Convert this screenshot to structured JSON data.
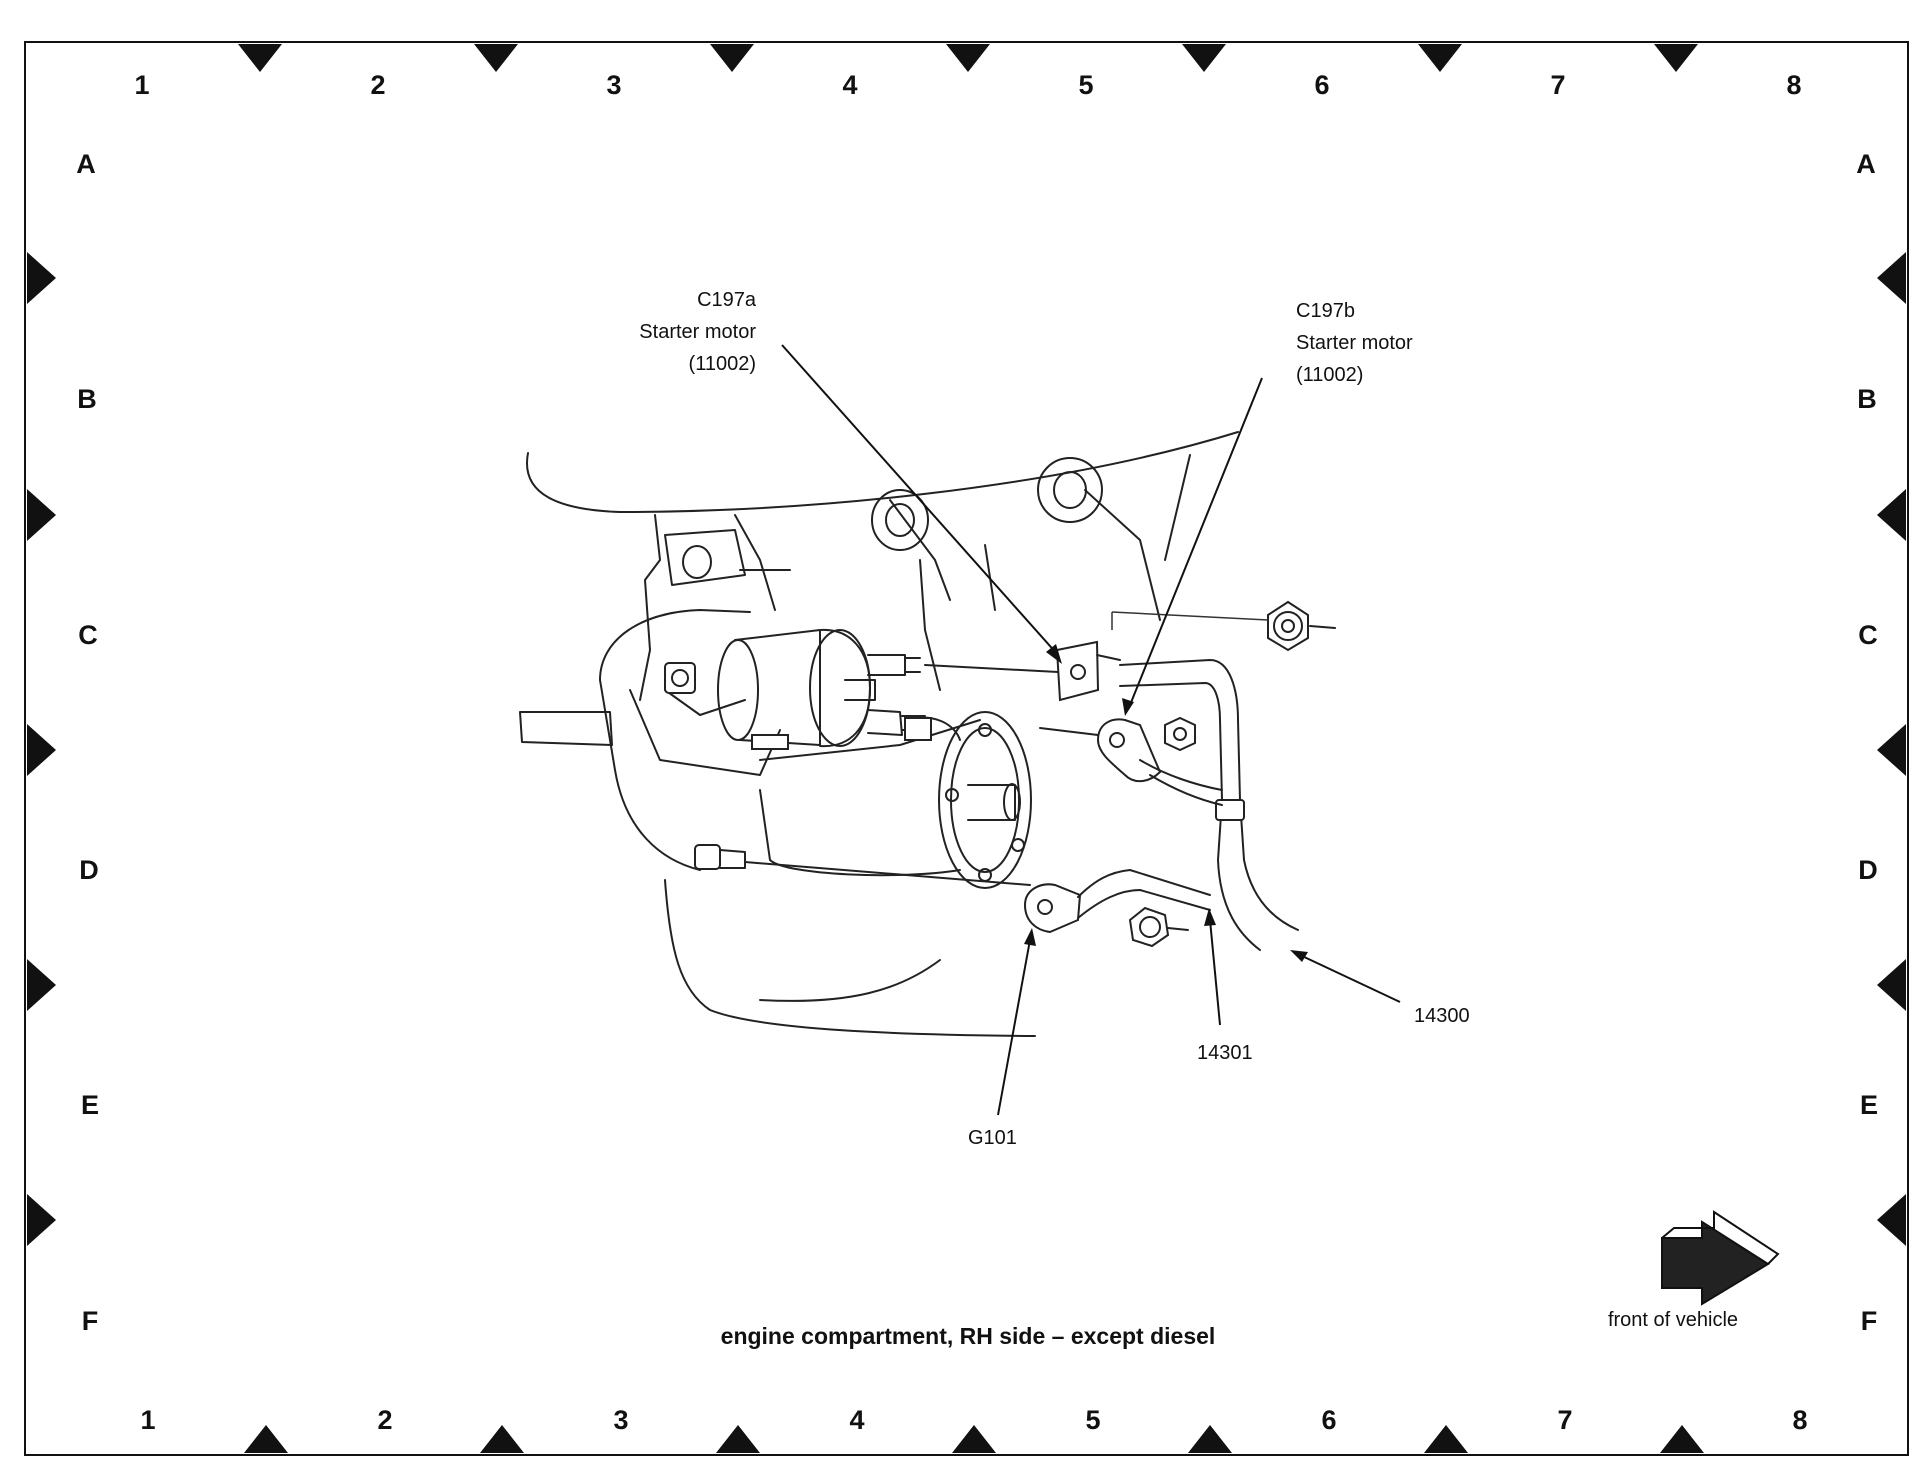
{
  "grid": {
    "columns": [
      "1",
      "2",
      "3",
      "4",
      "5",
      "6",
      "7",
      "8"
    ],
    "rows": [
      "A",
      "B",
      "C",
      "D",
      "E",
      "F"
    ]
  },
  "callouts": {
    "c197a": {
      "line1": "C197a",
      "line2": "Starter motor",
      "line3": "(11002)"
    },
    "c197b": {
      "line1": "C197b",
      "line2": "Starter motor",
      "line3": "(11002)"
    },
    "cable_14300": "14300",
    "cable_14301": "14301",
    "ground_g101": "G101"
  },
  "direction": {
    "label": "front of vehicle"
  },
  "caption": "engine compartment, RH side – except diesel",
  "colors": {
    "ink": "#111111",
    "paper": "#ffffff"
  }
}
